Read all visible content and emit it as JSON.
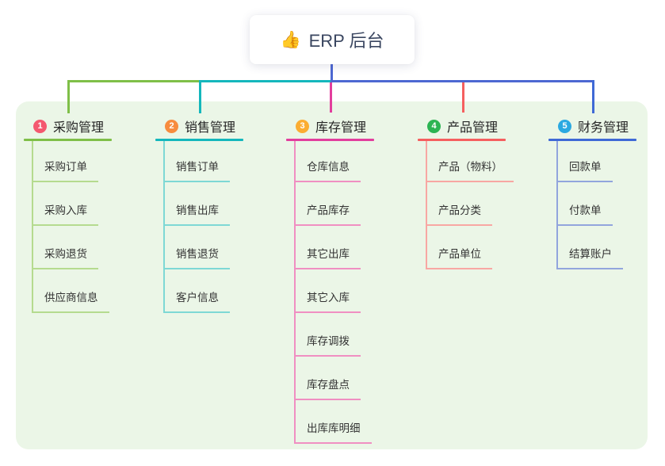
{
  "root": {
    "icon": "👍",
    "label": "ERP 后台"
  },
  "colors": {
    "trunk": "#4d68d2",
    "panel_bg": "#ebf6e7",
    "root_text": "#3a4660",
    "header_text": "#262626",
    "child_text": "#333333"
  },
  "branches": [
    {
      "badge": "1",
      "label": "采购管理",
      "badge_color": "#f4586f",
      "line_color": "#7fbf48",
      "child_line_color": "#b5db8f",
      "children": [
        "采购订单",
        "采购入库",
        "采购退货",
        "供应商信息"
      ]
    },
    {
      "badge": "2",
      "label": "销售管理",
      "badge_color": "#f78c3e",
      "line_color": "#14b7bc",
      "child_line_color": "#7ed8d5",
      "children": [
        "销售订单",
        "销售出库",
        "销售退货",
        "客户信息"
      ]
    },
    {
      "badge": "3",
      "label": "库存管理",
      "badge_color": "#fbad32",
      "line_color": "#e23e9d",
      "child_line_color": "#f08fc2",
      "children": [
        "仓库信息",
        "产品库存",
        "其它出库",
        "其它入库",
        "库存调拨",
        "库存盘点",
        "出库库明细"
      ]
    },
    {
      "badge": "4",
      "label": "产品管理",
      "badge_color": "#2cb453",
      "line_color": "#f55f5f",
      "child_line_color": "#f8a7a3",
      "children": [
        "产品（物料）",
        "产品分类",
        "产品单位"
      ]
    },
    {
      "badge": "5",
      "label": "财务管理",
      "badge_color": "#2ba9e1",
      "line_color": "#3f69d6",
      "child_line_color": "#92a5dd",
      "children": [
        "回款单",
        "付款单",
        "结算账户"
      ]
    }
  ]
}
